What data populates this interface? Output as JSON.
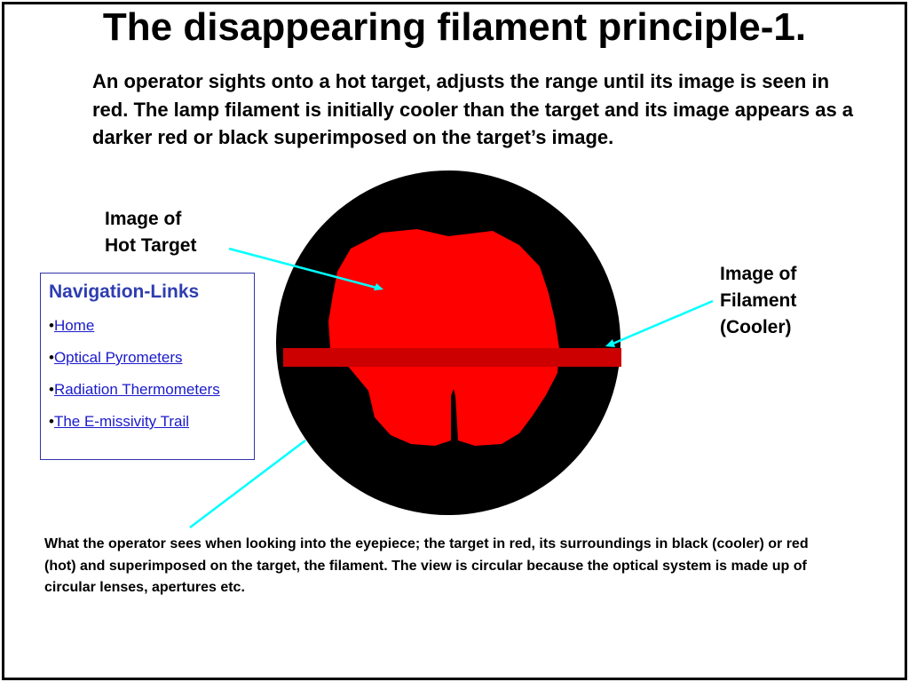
{
  "slide": {
    "title": "The disappearing filament principle-1.",
    "intro": "An operator sights onto a hot target, adjusts the range until its image is seen in red.  The lamp filament is initially cooler than the target and its image appears as a darker red or black superimposed on the target’s image.",
    "label_target_line1": "Image of",
    "label_target_line2": "Hot Target",
    "label_filament_line1": "Image of",
    "label_filament_line2": "Filament",
    "label_filament_line3": "(Cooler)",
    "caption": "What the operator sees when looking into the eyepiece; the target in red, its surroundings in black (cooler) or red (hot) and superimposed on the target, the filament. The view is circular because the optical system is made up of circular lenses, apertures etc."
  },
  "nav": {
    "heading": "Navigation-Links",
    "bullet": "•",
    "links": [
      {
        "label": "Home"
      },
      {
        "label": "Optical Pyrometers"
      },
      {
        "label": "Radiation Thermometers"
      },
      {
        "label": "The E-missivity Trail"
      }
    ]
  },
  "colors": {
    "eyepiece": "#000000",
    "target": "#ff0000",
    "filament": "#cc0000",
    "pointer": "#00ffff",
    "nav_border": "#3333aa",
    "link": "#1a1acc"
  }
}
